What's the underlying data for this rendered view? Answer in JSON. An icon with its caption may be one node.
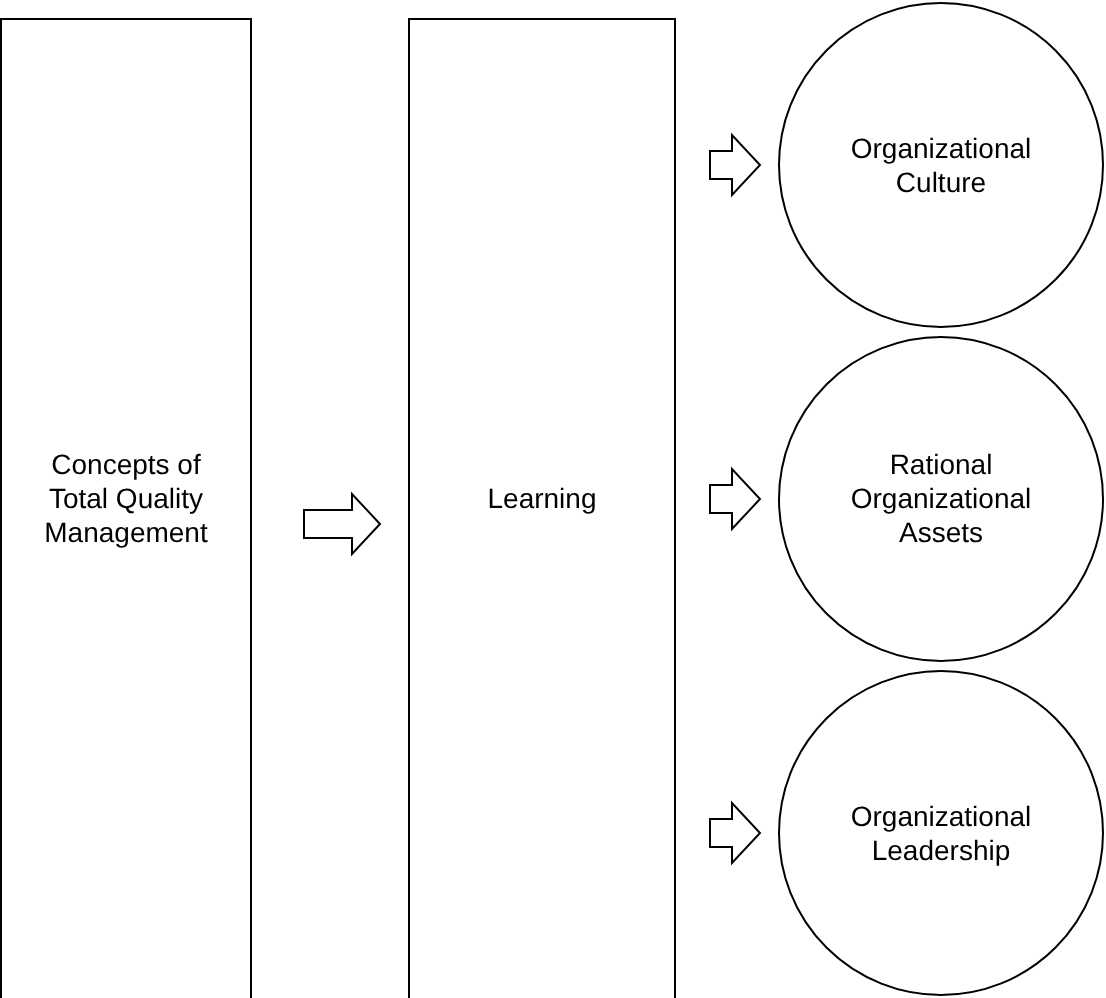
{
  "diagram": {
    "nodes": [
      {
        "text": [
          "Concepts of Total Quality Management"
        ]
      },
      {
        "text": [
          "Learning"
        ]
      },
      {
        "text": [
          "Organizational Culture"
        ]
      },
      {
        "text": [
          "Rational Organizational Assets"
        ]
      },
      {
        "text": [
          "Organizational Leadership"
        ]
      }
    ],
    "edges": [
      {
        "from": 0,
        "to": 1,
        "arrow": "to"
      },
      {
        "from": 1,
        "to": 2,
        "arrow": "to"
      },
      {
        "from": 1,
        "to": 3,
        "arrow": "to"
      },
      {
        "from": 1,
        "to": 4,
        "arrow": "to"
      }
    ]
  }
}
